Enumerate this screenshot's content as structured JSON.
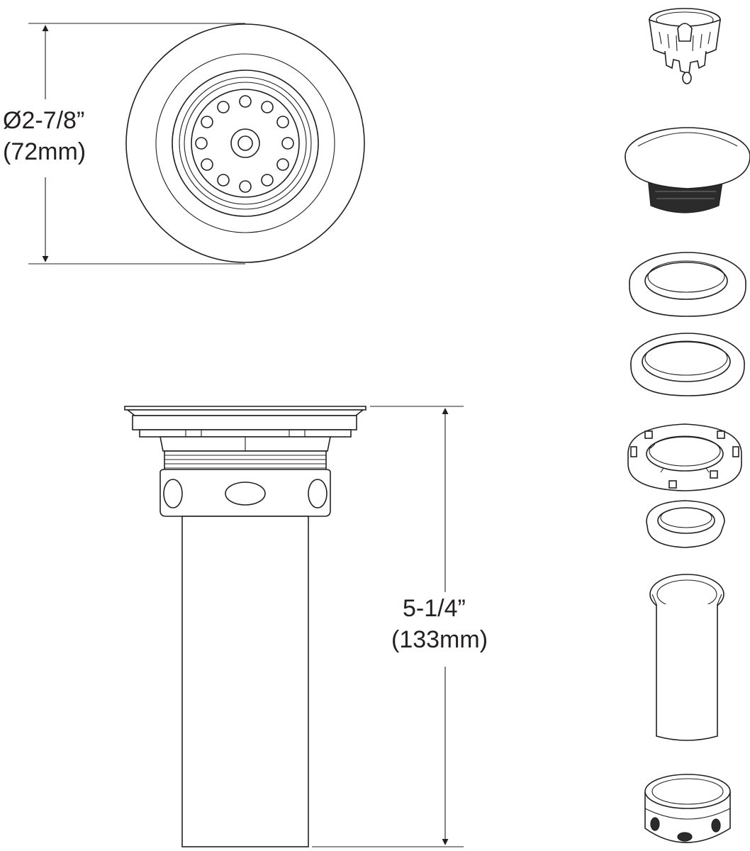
{
  "dimensions": {
    "diameter_label": "Ø2-7/8”",
    "diameter_metric": "(72mm)",
    "height_label": "5-1/4”",
    "height_metric": "(133mm)"
  },
  "colors": {
    "line": "#231f20",
    "background": "#ffffff",
    "dark_fill": "#2b2b2b"
  },
  "exploded_parts": [
    {
      "part": "basket-strainer",
      "icon": "basket-strainer-icon"
    },
    {
      "part": "stopper-cap",
      "icon": "stopper-cap-icon"
    },
    {
      "part": "rubber-gasket",
      "icon": "gasket-icon"
    },
    {
      "part": "fiber-washer",
      "icon": "washer-icon"
    },
    {
      "part": "lock-nut",
      "icon": "lock-nut-icon"
    },
    {
      "part": "slip-washer",
      "icon": "slip-washer-icon"
    },
    {
      "part": "tailpiece",
      "icon": "tailpiece-icon"
    },
    {
      "part": "coupling-nut",
      "icon": "coupling-nut-icon"
    }
  ]
}
